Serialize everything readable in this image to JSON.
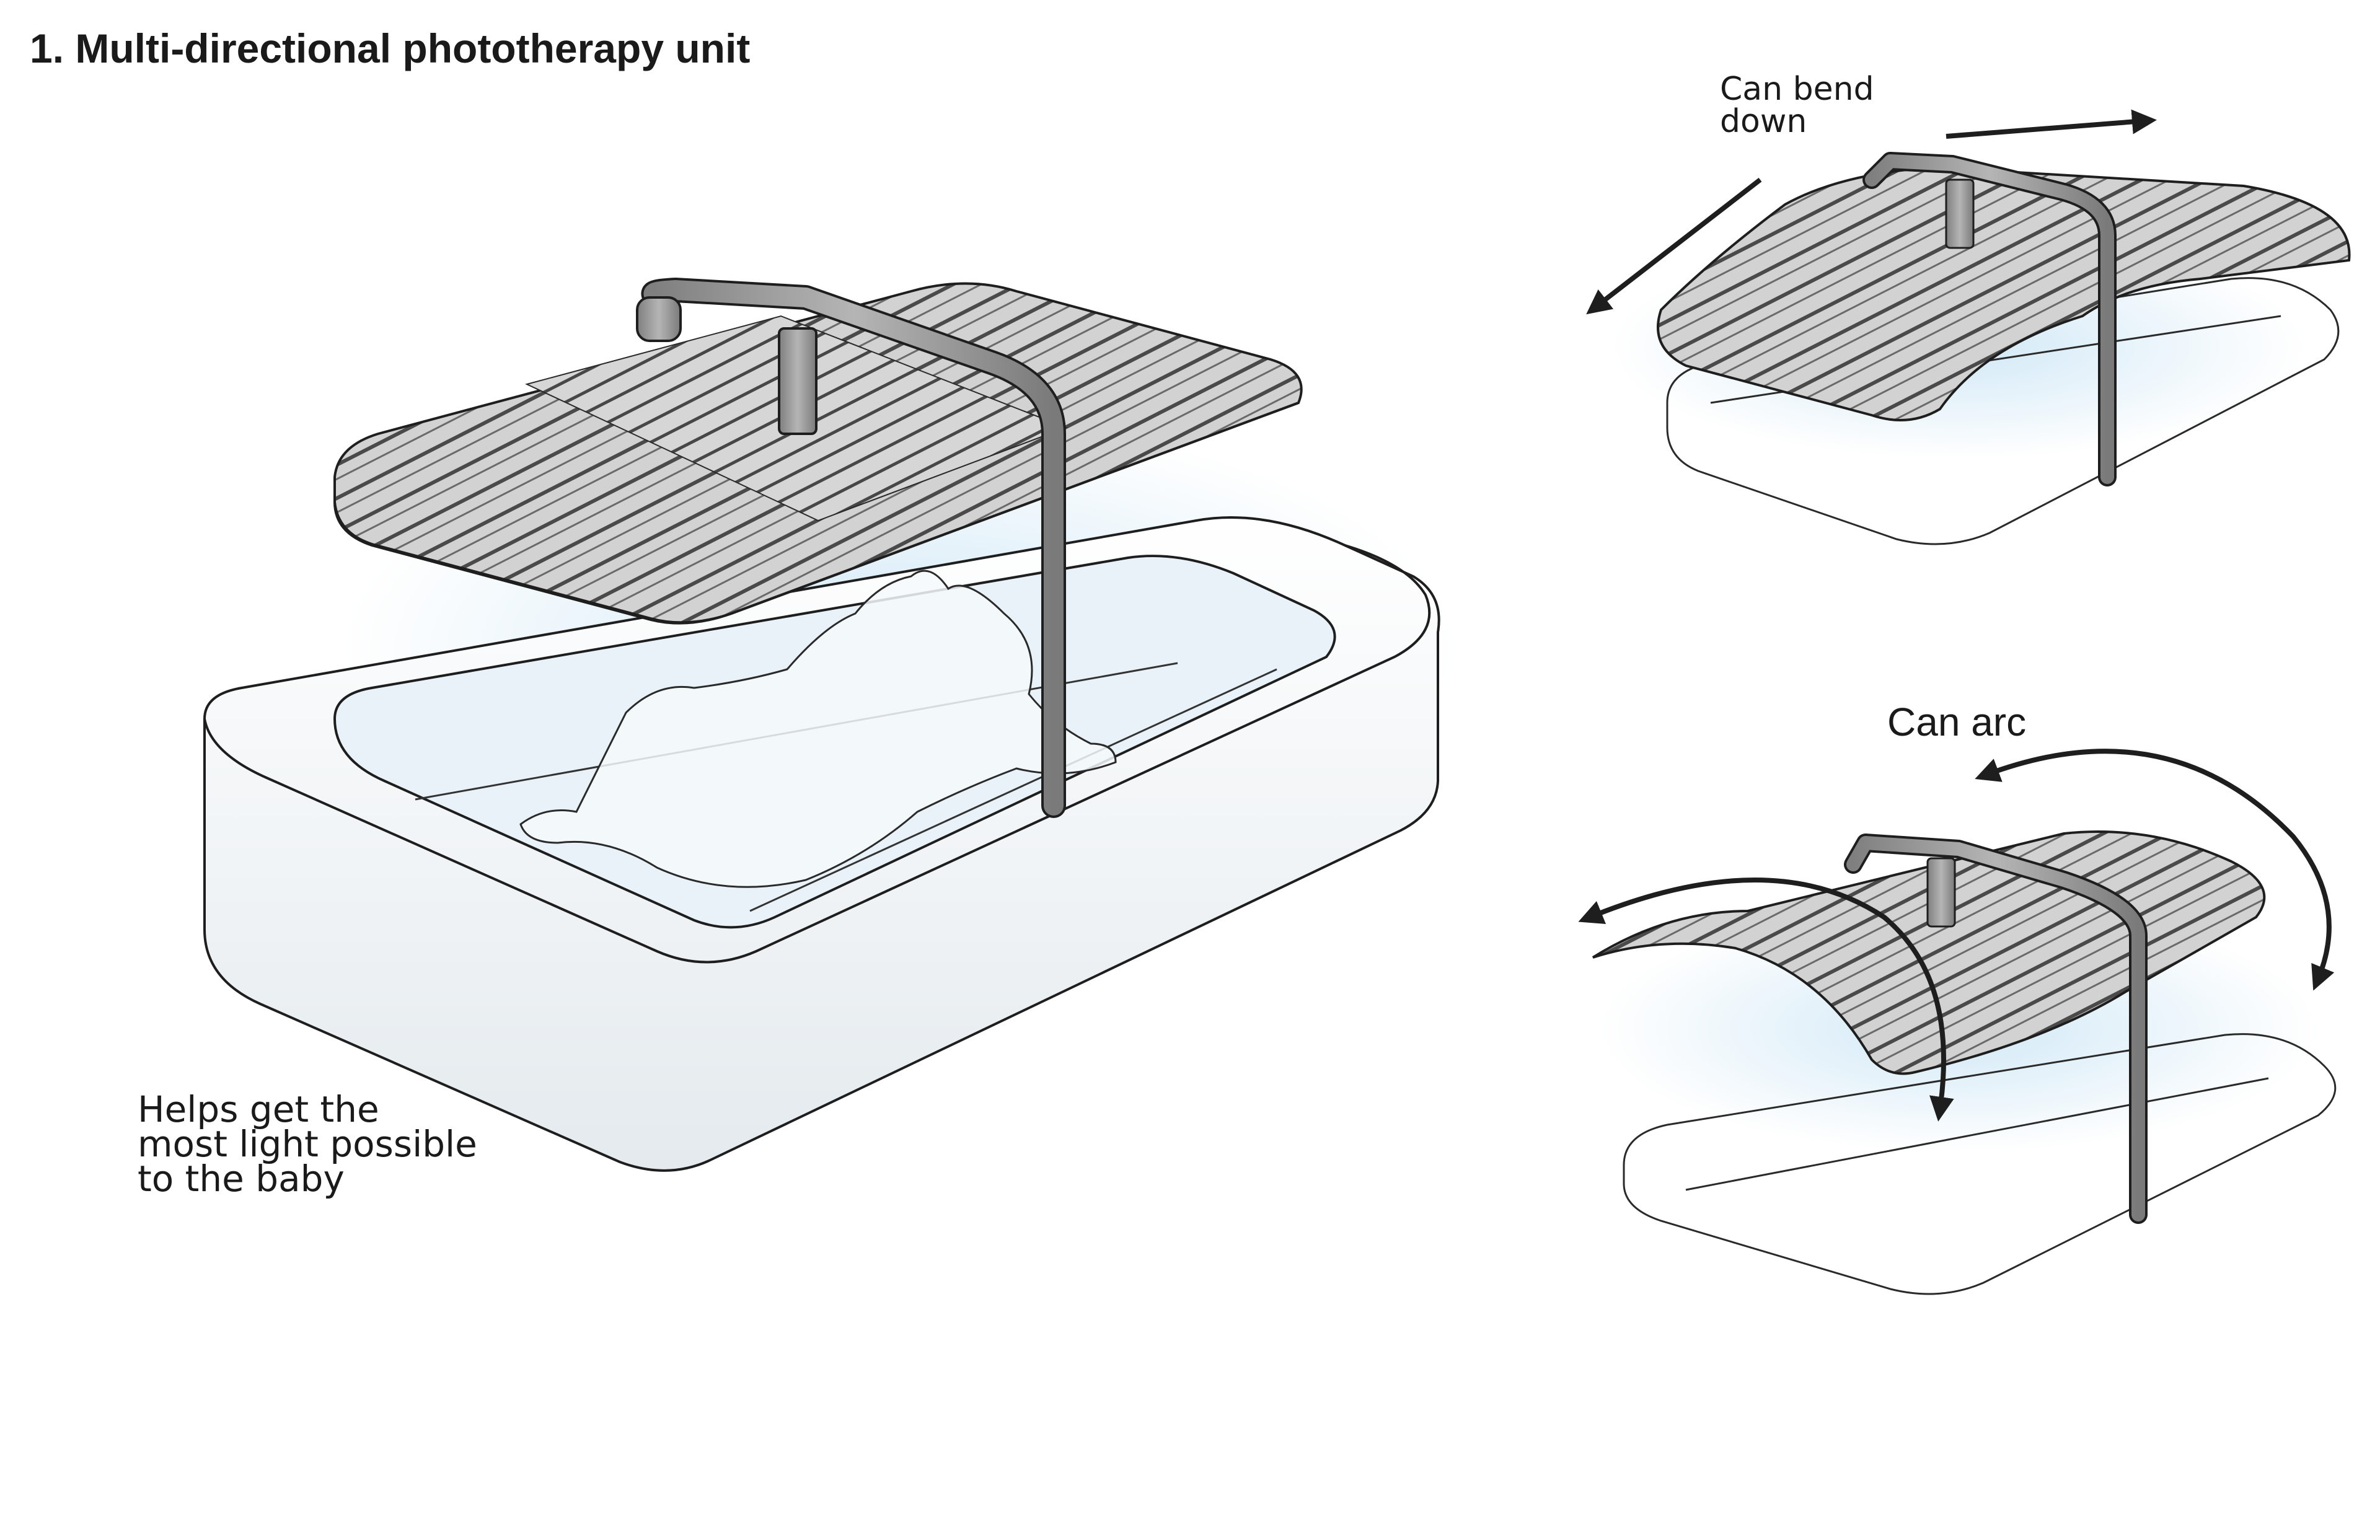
{
  "title": "1. Multi-directional phototherapy unit",
  "captions": {
    "main_line1": "Helps get the",
    "main_line2": "most light possible",
    "main_line3": "to the baby",
    "bend_line1": "Can bend",
    "bend_line2": "down",
    "arc": "Can arc"
  },
  "colors": {
    "line": "#1e1e1e",
    "glow": "#cfe7f6",
    "tub_fill": "#f3f6f8",
    "panel_fill": "#c9c9c9",
    "pole_fill": "#9a9a9a"
  }
}
